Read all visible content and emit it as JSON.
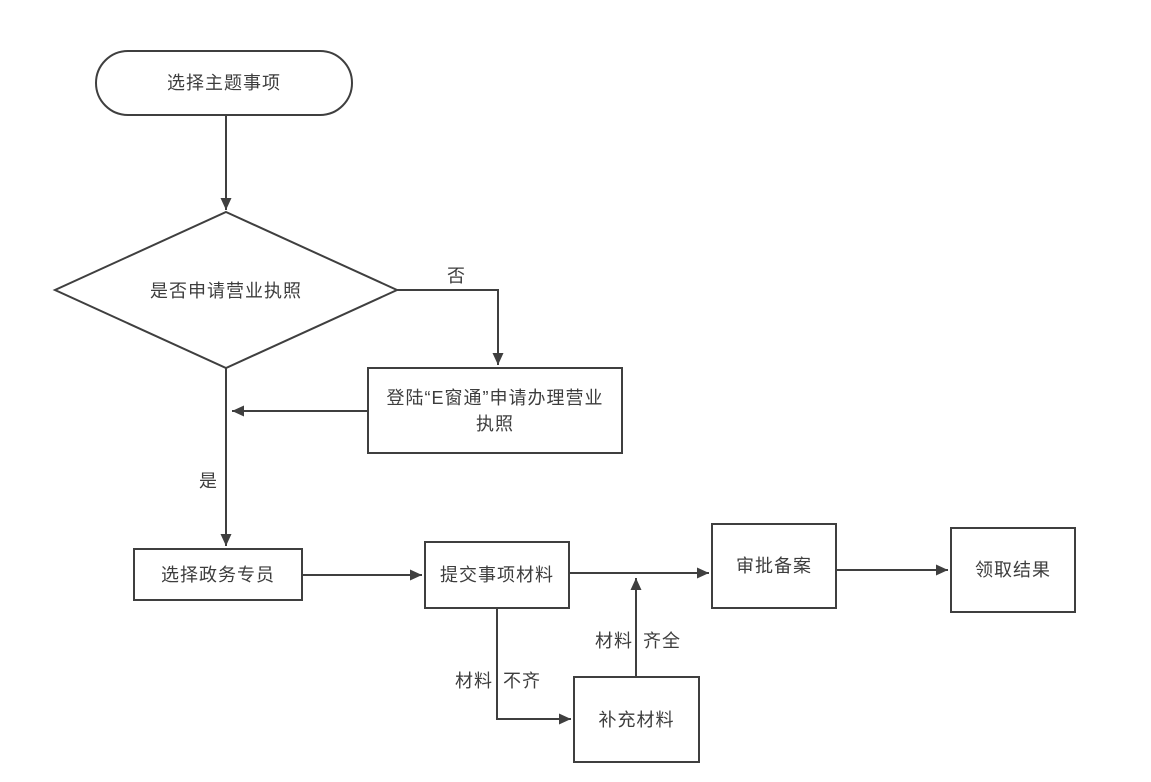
{
  "diagram": {
    "type": "flowchart",
    "background": "#ffffff",
    "colors": {
      "stroke": "#3f3f3f",
      "text": "#3d3d3d",
      "node_fill": "#ffffff"
    },
    "nodes": {
      "start": {
        "label": "选择主题事项",
        "shape": "terminator"
      },
      "decision": {
        "label": "是否申请营业执照",
        "shape": "decision"
      },
      "ewindow": {
        "label": "登陆“E窗通”申请办理营业执照",
        "shape": "process"
      },
      "specialist": {
        "label": "选择政务专员",
        "shape": "process"
      },
      "submit": {
        "label": "提交事项材料",
        "shape": "process"
      },
      "approval": {
        "label": "审批备案",
        "shape": "process"
      },
      "result": {
        "label": "领取结果",
        "shape": "process"
      },
      "supplement": {
        "label": "补充材料",
        "shape": "process"
      }
    },
    "edge_labels": {
      "no": "否",
      "yes": "是",
      "incomplete_word1": "材料",
      "incomplete_word2": "不齐",
      "complete_word1": "材料",
      "complete_word2": "齐全"
    },
    "edges": [
      {
        "from": "start",
        "to": "decision",
        "label": ""
      },
      {
        "from": "decision",
        "to": "ewindow",
        "label": "否"
      },
      {
        "from": "ewindow",
        "to": "decision-yes-branch",
        "label": ""
      },
      {
        "from": "decision",
        "to": "specialist",
        "label": "是"
      },
      {
        "from": "specialist",
        "to": "submit",
        "label": ""
      },
      {
        "from": "submit",
        "to": "approval",
        "label": ""
      },
      {
        "from": "approval",
        "to": "result",
        "label": ""
      },
      {
        "from": "submit",
        "to": "supplement",
        "label": "材料 不齐"
      },
      {
        "from": "supplement",
        "to": "submit-approval-line",
        "label": "材料 齐全"
      }
    ]
  }
}
